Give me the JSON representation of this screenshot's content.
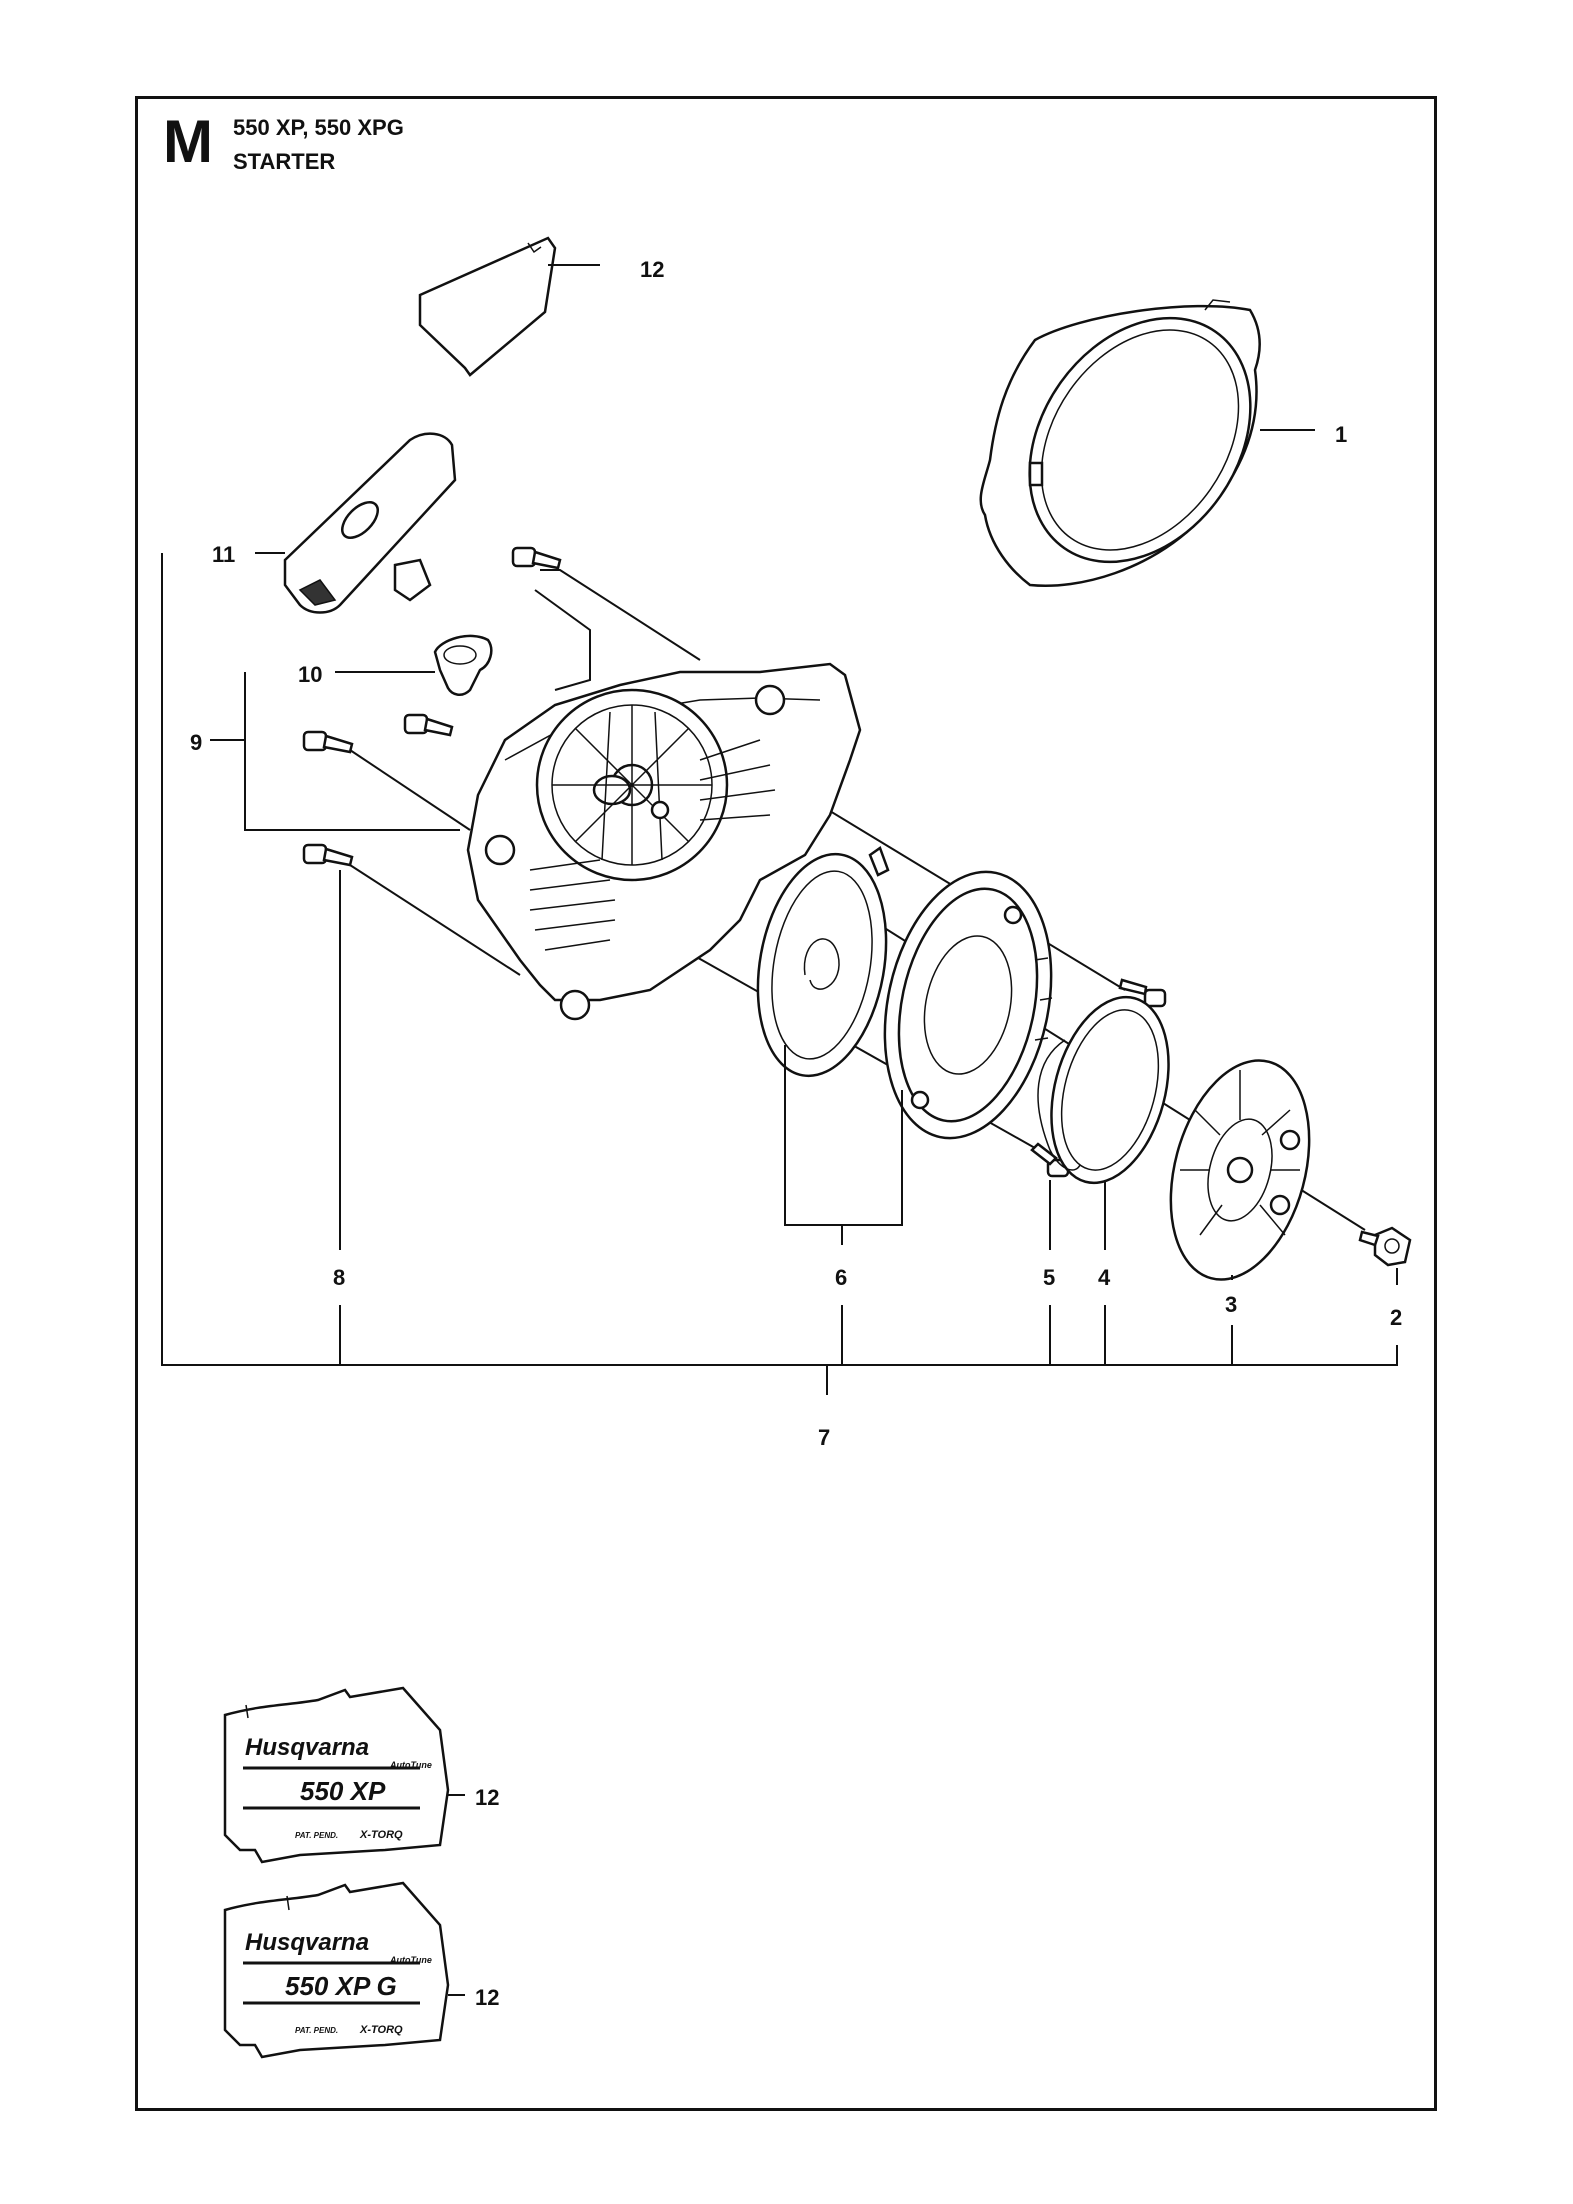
{
  "header": {
    "section_letter": "M",
    "model": "550 XP, 550 XPG",
    "part_group": "STARTER"
  },
  "callouts": {
    "c1": "1",
    "c2": "2",
    "c3": "3",
    "c4": "4",
    "c5": "5",
    "c6": "6",
    "c7": "7",
    "c8": "8",
    "c9": "9",
    "c10": "10",
    "c11": "11",
    "c12": "12"
  },
  "decals": [
    {
      "brand": "Husqvarna",
      "sub": "AutoTune",
      "model": "550 XP",
      "footer_left": "PAT. PEND.",
      "footer_right": "X-TORQ",
      "callout": "12"
    },
    {
      "brand": "Husqvarna",
      "sub": "AutoTune",
      "model": "550 XP G",
      "footer_left": "PAT. PEND.",
      "footer_right": "X-TORQ",
      "callout": "12"
    }
  ]
}
